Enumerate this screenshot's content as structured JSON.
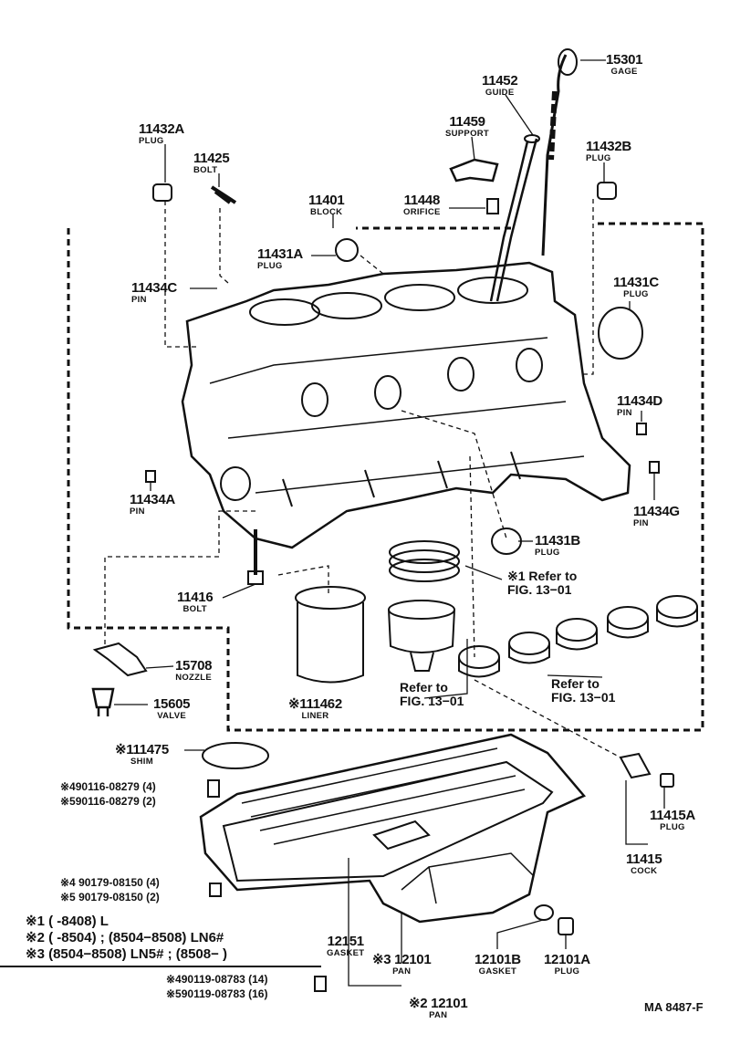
{
  "parts": {
    "p15301": {
      "num": "15301",
      "name": "GAGE"
    },
    "p11452": {
      "num": "11452",
      "name": "GUIDE"
    },
    "p11459": {
      "num": "11459",
      "name": "SUPPORT"
    },
    "p11432A": {
      "num": "11432A",
      "name": "PLUG"
    },
    "p11425": {
      "num": "11425",
      "name": "BOLT"
    },
    "p11432B": {
      "num": "11432B",
      "name": "PLUG"
    },
    "p11401": {
      "num": "11401",
      "name": "BLOCK"
    },
    "p11448": {
      "num": "11448",
      "name": "ORIFICE"
    },
    "p11431A": {
      "num": "11431A",
      "name": "PLUG"
    },
    "p11434C": {
      "num": "11434C",
      "name": "PIN"
    },
    "p11431C": {
      "num": "11431C",
      "name": "PLUG"
    },
    "p11434D": {
      "num": "11434D",
      "name": "PIN"
    },
    "p11434A": {
      "num": "11434A",
      "name": "PIN"
    },
    "p11434G": {
      "num": "11434G",
      "name": "PIN"
    },
    "p11431B": {
      "num": "11431B",
      "name": "PLUG"
    },
    "p11416": {
      "num": "11416",
      "name": "BOLT"
    },
    "p15708": {
      "num": "15708",
      "name": "NOZZLE"
    },
    "p15605": {
      "num": "15605",
      "name": "VALVE"
    },
    "p11462": {
      "num": "※111462",
      "name": "LINER"
    },
    "p11475": {
      "num": "※111475",
      "name": "SHIM"
    },
    "p11415A": {
      "num": "11415A",
      "name": "PLUG"
    },
    "p11415": {
      "num": "11415",
      "name": "COCK"
    },
    "p12151": {
      "num": "12151",
      "name": "GASKET"
    },
    "p12101a": {
      "num": "※3 12101",
      "name": "PAN"
    },
    "p12101B": {
      "num": "12101B",
      "name": "GASKET"
    },
    "p12101A": {
      "num": "12101A",
      "name": "PLUG"
    },
    "p12101b": {
      "num": "※2 12101",
      "name": "PAN"
    }
  },
  "refs": {
    "ref1_line1": "※1 Refer to",
    "ref1_line2": "FIG. 13−01",
    "ref2_line1": "Refer to",
    "ref2_line2": "FIG. 13−01",
    "ref3_line1": "Refer to",
    "ref3_line2": "FIG. 13−01"
  },
  "fasteners": {
    "f1": "※490116-08279 (4)",
    "f2": "※590116-08279 (2)",
    "f3": "※4  90179-08150 (4)",
    "f4": "※5  90179-08150 (2)",
    "f5": "※490119-08783 (14)",
    "f6": "※590119-08783 (16)"
  },
  "notes": {
    "n1": "※1 (      -8408) L",
    "n2": "※2 (      -8504) ; (8504−8508) LN6#",
    "n3": "※3 (8504−8508) LN5# ; (8508−          )"
  },
  "diagram_code": "MA 8487-F"
}
